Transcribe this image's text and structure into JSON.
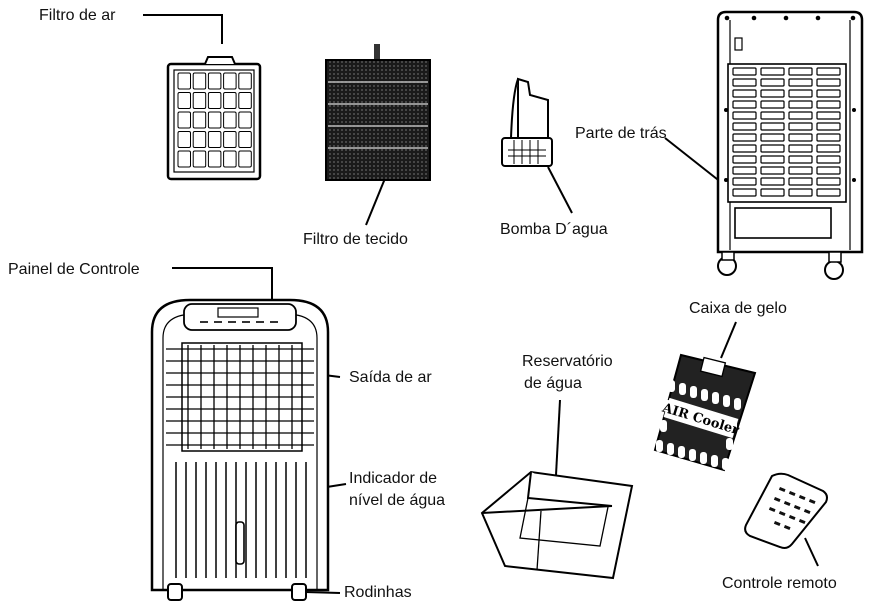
{
  "labels": {
    "air_filter": "Filtro de ar",
    "fabric_filter": "Filtro de tecido",
    "water_pump": "Bomba D´agua",
    "back": "Parte de trás",
    "control_panel": "Painel de Controle",
    "air_outlet": "Saída de ar",
    "water_tank_line1": "Reservatório",
    "water_tank_line2": "de água",
    "ice_box": "Caixa de gelo",
    "water_level_line1": "Indicador de",
    "water_level_line2": "nível de água",
    "wheels": "Rodinhas",
    "remote": "Controle remoto"
  },
  "ice_box_print": "AIR Cooler"
}
